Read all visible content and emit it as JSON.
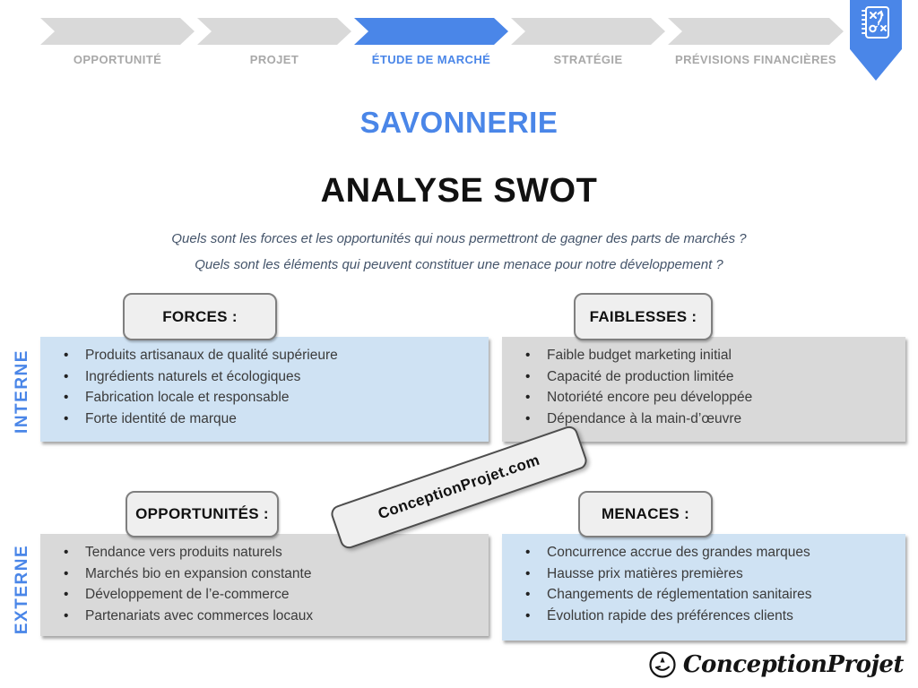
{
  "nav": {
    "steps": [
      {
        "label": "OPPORTUNITÉ",
        "active": false
      },
      {
        "label": "PROJET",
        "active": false
      },
      {
        "label": "ÉTUDE DE MARCHÉ",
        "active": true
      },
      {
        "label": "STRATÉGIE",
        "active": false
      },
      {
        "label": "PRÉVISIONS FINANCIÈRES",
        "active": false
      }
    ],
    "badge_icon": "strategy-notepad-icon"
  },
  "header": {
    "title": "SAVONNERIE",
    "subtitle": "ANALYSE SWOT",
    "questions": [
      "Quels sont les forces et les opportunités qui nous permettront de gagner des parts de marchés ?",
      "Quels sont les éléments qui peuvent constituer une menace pour notre développement ?"
    ]
  },
  "row_labels": {
    "internal": "INTERNE",
    "external": "EXTERNE"
  },
  "quadrants": {
    "forces": {
      "header": "FORCES :",
      "items": [
        "Produits artisanaux de qualité supérieure",
        "Ingrédients naturels et écologiques",
        "Fabrication locale et responsable",
        "Forte identité de marque"
      ]
    },
    "faiblesses": {
      "header": "FAIBLESSES :",
      "items": [
        "Faible budget marketing initial",
        "Capacité de production limitée",
        "Notoriété encore peu développée",
        "Dépendance à la main-d’œuvre"
      ]
    },
    "opportunites": {
      "header": "OPPORTUNITÉS :",
      "items": [
        "Tendance vers produits naturels",
        "Marchés bio en expansion constante",
        "Développement de l’e-commerce",
        "Partenariats avec commerces locaux"
      ]
    },
    "menaces": {
      "header": "MENACES :",
      "items": [
        "Concurrence accrue des grandes marques",
        "Hausse prix matières premières",
        "Changements de réglementation sanitaires",
        "Évolution rapide des préférences clients"
      ]
    }
  },
  "watermark": {
    "text": "ConceptionProjet.com"
  },
  "footer": {
    "logo_text": "ConceptionProjet",
    "logo_icon": "hand-holding-rocket-icon"
  },
  "colors": {
    "accent_blue": "#4a86e8",
    "box_light_blue": "#cfe2f3",
    "box_gray": "#d9d9d9",
    "nav_inactive_gray": "#d9d9d9",
    "nav_inactive_label": "#a8a8a8",
    "question_text": "#44546a",
    "pill_bg": "#efefef",
    "pill_border": "#7f7f7f"
  }
}
